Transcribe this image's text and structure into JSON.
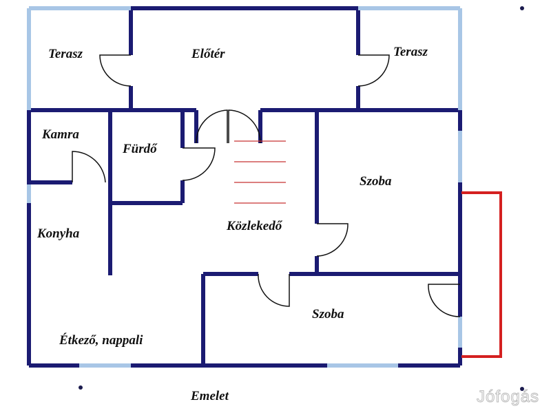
{
  "rooms": {
    "terasz_left": "Terasz",
    "eloter": "Előtér",
    "terasz_right": "Terasz",
    "kamra": "Kamra",
    "furdo": "Fürdő",
    "szoba_top": "Szoba",
    "konyha": "Konyha",
    "kozlekedo": "Közlekedő",
    "szoba_bottom": "Szoba",
    "etkezo": "Étkező, nappali"
  },
  "floor_label": "Emelet",
  "logo": "Jófogás",
  "colors": {
    "wall": "#1b1b72",
    "window": "#a8c6e6",
    "balcony": "#d42020",
    "stairs": "#c83030"
  }
}
